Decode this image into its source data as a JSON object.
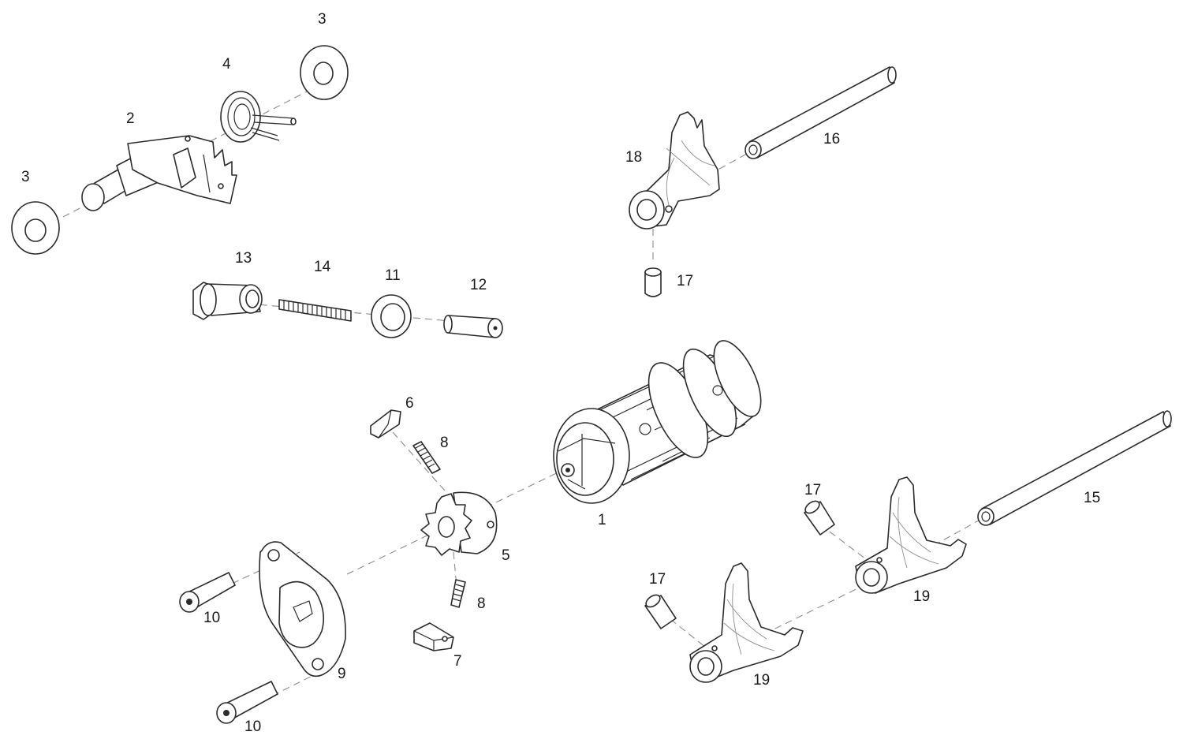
{
  "callouts": [
    {
      "id": "c3a",
      "text": "3"
    },
    {
      "id": "c4",
      "text": "4"
    },
    {
      "id": "c2",
      "text": "2"
    },
    {
      "id": "c3b",
      "text": "3"
    },
    {
      "id": "c13",
      "text": "13"
    },
    {
      "id": "c14",
      "text": "14"
    },
    {
      "id": "c11",
      "text": "11"
    },
    {
      "id": "c12",
      "text": "12"
    },
    {
      "id": "c18",
      "text": "18"
    },
    {
      "id": "c16",
      "text": "16"
    },
    {
      "id": "c17a",
      "text": "17"
    },
    {
      "id": "c6",
      "text": "6"
    },
    {
      "id": "c8a",
      "text": "8"
    },
    {
      "id": "c1",
      "text": "1"
    },
    {
      "id": "c5",
      "text": "5"
    },
    {
      "id": "c17b",
      "text": "17"
    },
    {
      "id": "c15",
      "text": "15"
    },
    {
      "id": "c10a",
      "text": "10"
    },
    {
      "id": "c8b",
      "text": "8"
    },
    {
      "id": "c17c",
      "text": "17"
    },
    {
      "id": "c19a",
      "text": "19"
    },
    {
      "id": "c7",
      "text": "7"
    },
    {
      "id": "c9",
      "text": "9"
    },
    {
      "id": "c19b",
      "text": "19"
    },
    {
      "id": "c10b",
      "text": "10"
    }
  ]
}
